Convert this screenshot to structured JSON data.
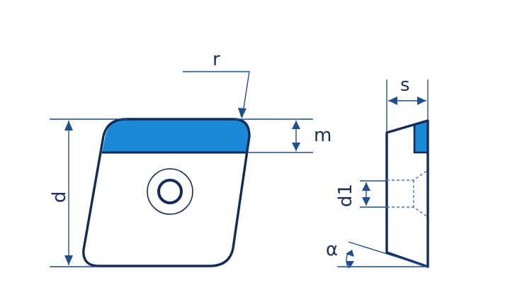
{
  "labels": {
    "r": "r",
    "m": "m",
    "d": "d",
    "s": "s",
    "d1": "d1",
    "alpha": "α"
  },
  "colors": {
    "outline": "#132b5a",
    "dimension_line": "#1f4f8f",
    "highlight_fill": "#1b8ad6",
    "body_fill": "#ffffff",
    "text": "#1b2f57"
  }
}
